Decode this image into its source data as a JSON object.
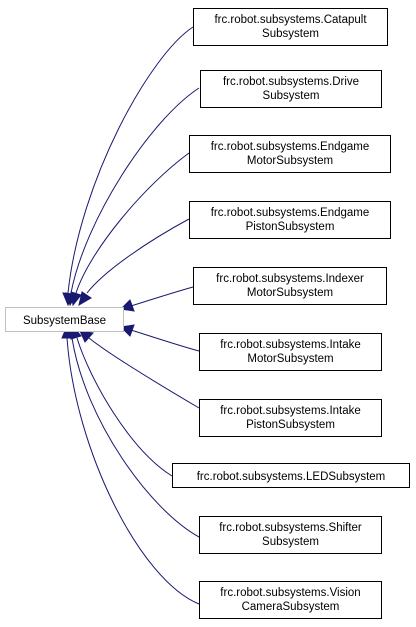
{
  "base_class": {
    "label": "SubsystemBase"
  },
  "derived_classes": [
    {
      "line1": "frc.robot.subsystems.Catapult",
      "line2": "Subsystem"
    },
    {
      "line1": "frc.robot.subsystems.Drive",
      "line2": "Subsystem"
    },
    {
      "line1": "frc.robot.subsystems.Endgame",
      "line2": "MotorSubsystem"
    },
    {
      "line1": "frc.robot.subsystems.Endgame",
      "line2": "PistonSubsystem"
    },
    {
      "line1": "frc.robot.subsystems.Indexer",
      "line2": "MotorSubsystem"
    },
    {
      "line1": "frc.robot.subsystems.Intake",
      "line2": "MotorSubsystem"
    },
    {
      "line1": "frc.robot.subsystems.Intake",
      "line2": "PistonSubsystem"
    },
    {
      "line1": "frc.robot.subsystems.LEDSubsystem",
      "line2": ""
    },
    {
      "line1": "frc.robot.subsystems.Shifter",
      "line2": "Subsystem"
    },
    {
      "line1": "frc.robot.subsystems.Vision",
      "line2": "CameraSubsystem"
    }
  ],
  "colors": {
    "edge": "#191970",
    "box_border": "#000000",
    "base_border": "#bfbfbf"
  }
}
